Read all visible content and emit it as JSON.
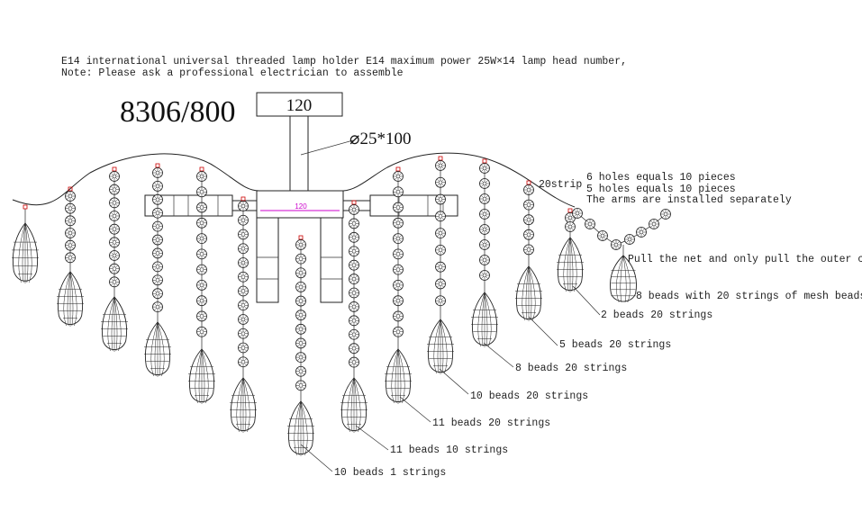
{
  "header": {
    "line1": "E14 international universal threaded lamp holder E14 maximum power 25W×14 lamp head number,",
    "line2": "Note: Please ask a professional electrician to assemble"
  },
  "model": "8306/800",
  "rod_width": "120",
  "rod_spec": "⌀25*100",
  "body_width": "120",
  "strip": "20strip",
  "notes": {
    "n1": "6 holes equals 10 pieces",
    "n2": "5 holes equals 10 pieces",
    "n3": "The arms are installed separately",
    "n4": "Pull the net and only pull the outer circle",
    "n5": "8 beads with 20 strings of mesh beads"
  },
  "callouts": [
    "2 beads 20 strings",
    "5 beads 20 strings",
    "8 beads 20 strings",
    "10 beads 20 strings",
    "11 beads 20 strings",
    "11 beads 10 strings",
    "10 beads 1 strings"
  ],
  "colors": {
    "line": "#222222",
    "dimension": "#cc00cc",
    "hook": "#cc0000"
  }
}
